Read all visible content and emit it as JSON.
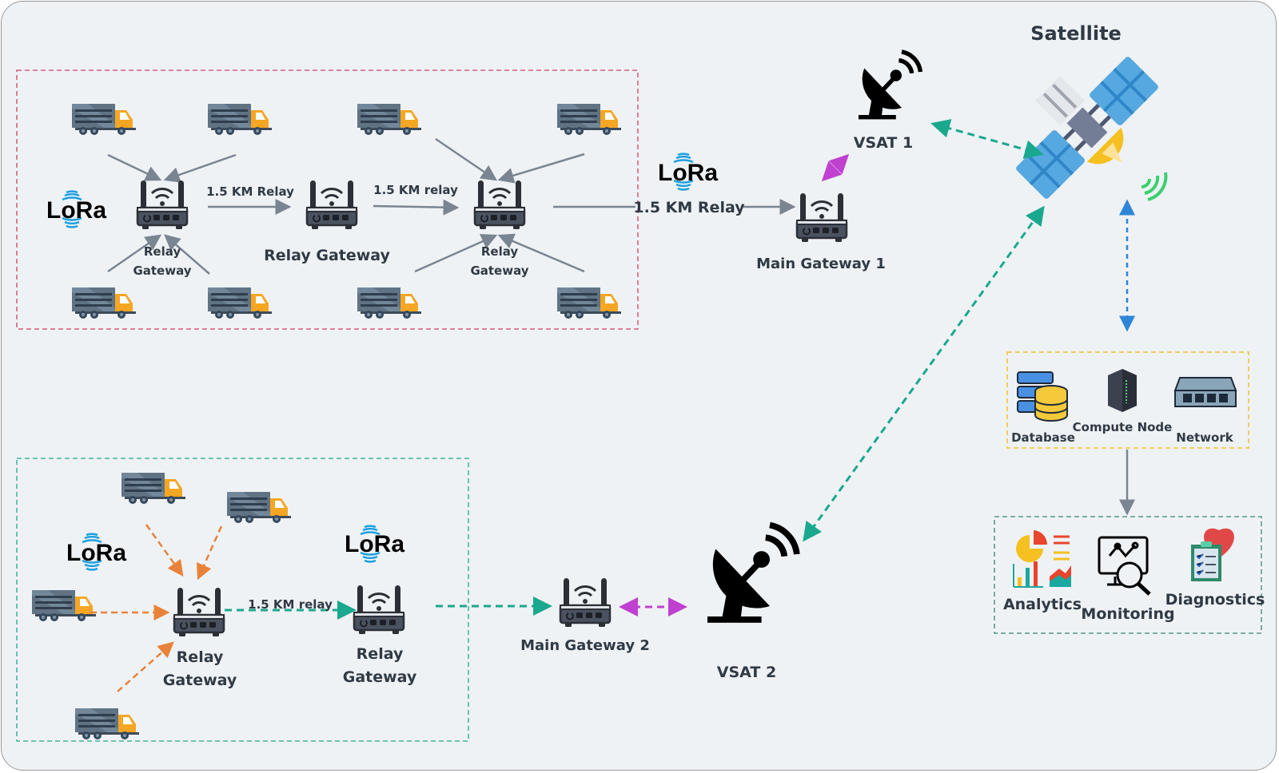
{
  "title": "Satellite",
  "colors": {
    "background": "#eff2f5",
    "label_text": "#2f3a45",
    "arrow_gray": "#7a8592",
    "arrow_teal": "#1aa88e",
    "arrow_magenta": "#c040d0",
    "arrow_orange": "#e8823a",
    "arrow_blue": "#2f86d8",
    "cluster1_border": "#d0405a",
    "cluster2_border": "#1aa88e",
    "datacenter_border": "#f0c030",
    "apps_border": "#2e8a6a",
    "lora_waves": "#1ea0e0",
    "truck_orange": "#f5a623",
    "truck_body": "#5f7384"
  },
  "lora_logo": "LoRa",
  "cluster1": {
    "relay_gw_left": [
      "Relay",
      "Gateway"
    ],
    "relay_gw_middle": "Relay Gateway",
    "relay_gw_right": [
      "Relay",
      "Gateway"
    ],
    "link1": "1.5 KM Relay",
    "link2": "1.5 KM relay",
    "uplink": "1.5 KM Relay"
  },
  "main_gateway_1": "Main Gateway 1",
  "vsat_1": "VSAT 1",
  "satellite": "Satellite",
  "datacenter": {
    "items": [
      "Database",
      "Compute Node",
      "Network"
    ]
  },
  "apps": {
    "items": [
      "Analytics",
      "Monitoring",
      "Diagnostics"
    ]
  },
  "cluster2": {
    "relay_gw_left": [
      "Relay",
      "Gateway"
    ],
    "relay_gw_right": [
      "Relay",
      "Gateway"
    ],
    "link": "1.5 KM relay"
  },
  "main_gateway_2": "Main Gateway 2",
  "vsat_2": "VSAT 2"
}
